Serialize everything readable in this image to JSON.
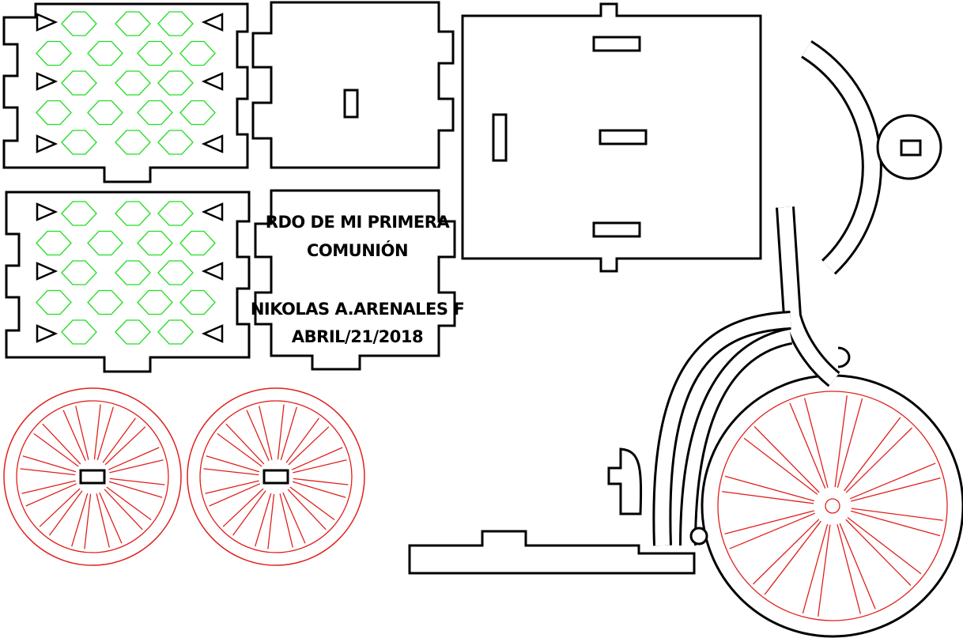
{
  "title_panel": {
    "line1": "RDO DE MI PRIMERA",
    "line2": "COMUNIÓN",
    "line3": "NIKOLAS A.ARENALES F",
    "line4": "ABRIL/21/2018"
  },
  "colors": {
    "cut": "#000000",
    "engrave_pattern": "#22dd22",
    "wheel_engrave": "#e0201c"
  }
}
